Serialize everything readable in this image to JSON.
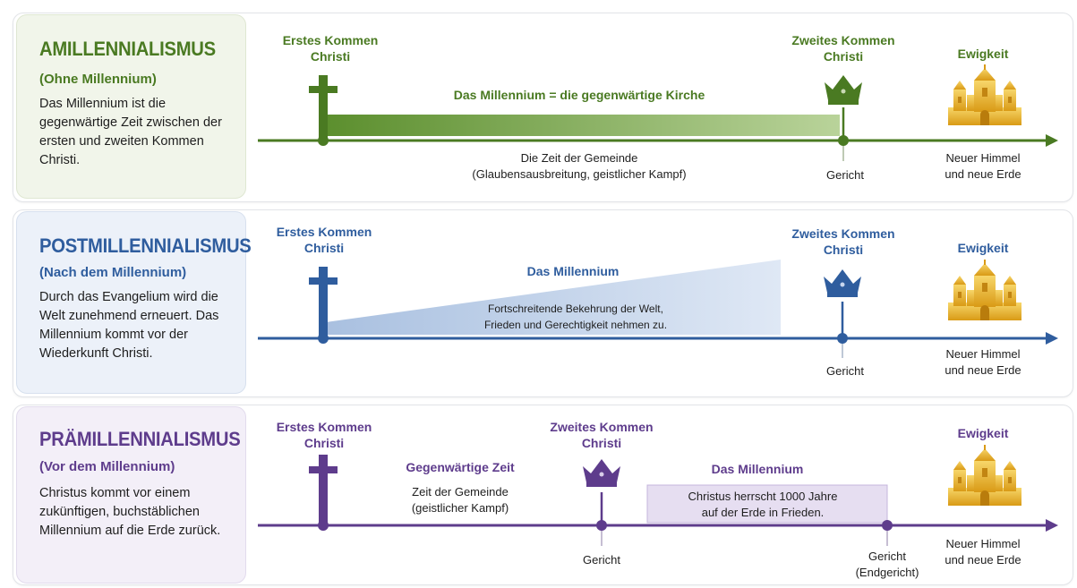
{
  "colors": {
    "amill": "#4a7a22",
    "postmill": "#2f5d9e",
    "premill": "#5e3c8c",
    "gold": "#e6b12a",
    "amill_box": "#f1f5ea",
    "postmill_box": "#ecf1f9",
    "premill_box": "#f3eff8"
  },
  "icons": {
    "cross": "cross-icon",
    "crown": "crown-icon",
    "eternity": "golden-city-icon"
  },
  "amill": {
    "title": "AMILLENNIALISMUS",
    "subtitle": "(Ohne Millennium)",
    "desc": "Das Millennium ist die gegenwärtige Zeit zwischen der ersten und zweiten Kommen Christi.",
    "first_coming": "Erstes Kommen\nChristi",
    "second_coming": "Zweites Kommen\nChristi",
    "eternity": "Ewigkeit",
    "band_label": "Das Millennium = die gegenwärtige Kirche",
    "period_text": "Die Zeit der Gemeinde\n(Glaubensausbreitung, geistlicher Kampf)",
    "judgment": "Gericht",
    "new_heaven": "Neuer Himmel\nund neue Erde"
  },
  "postmill": {
    "title": "POSTMILLENNIALISMUS",
    "subtitle": "(Nach dem Millennium)",
    "desc": "Durch das Evangelium wird die Welt zunehmend erneuert. Das Millennium kommt vor der Wiederkunft Christi.",
    "first_coming": "Erstes Kommen\nChristi",
    "second_coming": "Zweites Kommen\nChristi",
    "eternity": "Ewigkeit",
    "band_label": "Das Millennium",
    "band_text": "Fortschreitende Bekehrung der Welt,\nFrieden und Gerechtigkeit nehmen zu.",
    "judgment": "Gericht",
    "new_heaven": "Neuer Himmel\nund neue Erde"
  },
  "premill": {
    "title": "PRÄMILLENNIALISMUS",
    "subtitle": "(Vor dem Millennium)",
    "desc": "Christus kommt vor einem zukünftigen, buchstäblichen Millennium auf die Erde zurück.",
    "first_coming": "Erstes Kommen\nChristi",
    "present_age": "Gegenwärtige Zeit",
    "present_age_text": "Zeit der Gemeinde\n(geistlicher Kampf)",
    "second_coming": "Zweites Kommen\nChristi",
    "millennium_label": "Das Millennium",
    "millennium_text": "Christus herrscht 1000 Jahre\nauf der Erde in Frieden.",
    "eternity": "Ewigkeit",
    "judgment": "Gericht",
    "final_judgment": "Gericht\n(Endgericht)",
    "new_heaven": "Neuer Himmel\nund neue Erde"
  }
}
